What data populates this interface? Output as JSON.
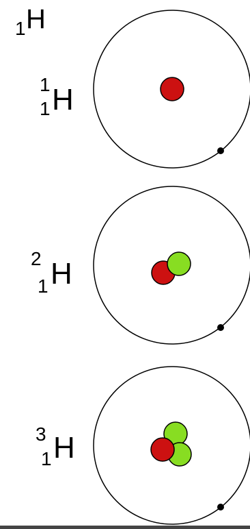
{
  "header": {
    "subscript": "1",
    "symbol": "H"
  },
  "isotopes": [
    {
      "mass_number": "1",
      "atomic_number": "1",
      "symbol": "H",
      "protons": 1,
      "neutrons": 0
    },
    {
      "mass_number": "2",
      "atomic_number": "1",
      "symbol": "H",
      "protons": 1,
      "neutrons": 1
    },
    {
      "mass_number": "3",
      "atomic_number": "1",
      "symbol": "H",
      "protons": 1,
      "neutrons": 2
    }
  ],
  "colors": {
    "proton": "#cc1111",
    "neutron": "#88dd22",
    "electron": "#000000",
    "orbit": "#000000",
    "bottom_bar": "#444444"
  }
}
